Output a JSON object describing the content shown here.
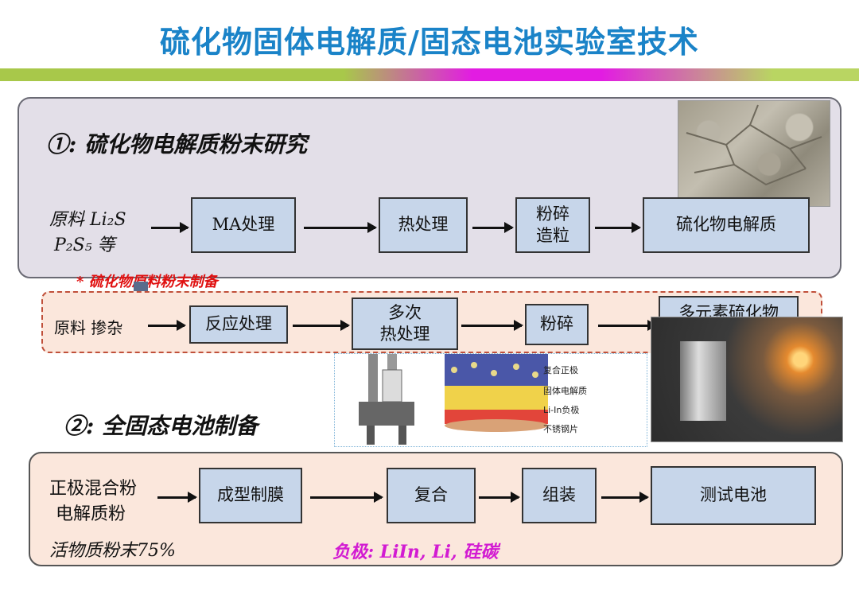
{
  "title": "硫化物固体电解质/固态电池实验室技术",
  "section1": {
    "heading": "①: 硫化物电解质粉末研究",
    "input_line1": "原料 Li₂S",
    "input_line2": "P₂S₅ 等",
    "steps": [
      "MA处理",
      "热处理",
      "粉碎\n造粒",
      "硫化物电解质"
    ],
    "note": "* 硫化物原料粉末制备"
  },
  "section1b": {
    "input": "原料 掺杂",
    "steps": [
      "反应处理",
      "多次\n热处理",
      "粉碎",
      "多元素硫化物\n原料粉末"
    ]
  },
  "diagram": {
    "labels": [
      "复合正极",
      "固体电解质",
      "Li-In负极",
      "不锈钢片"
    ]
  },
  "section2": {
    "heading": "②: 全固态电池制备",
    "input_line1": "正极混合粉",
    "input_line2": "电解质粉",
    "input_line3": "活物质粉末75%",
    "steps": [
      "成型制膜",
      "复合",
      "组装",
      "测试电池"
    ],
    "note": "负极: LiIn, Li, 硅碳"
  },
  "colors": {
    "title": "#1a83c8",
    "box_fill": "#c7d6ea",
    "panel_gray": "#e3dfe8",
    "panel_peach": "#fbe7dc",
    "note_red": "#e01010",
    "note_magenta": "#d21bd2"
  }
}
